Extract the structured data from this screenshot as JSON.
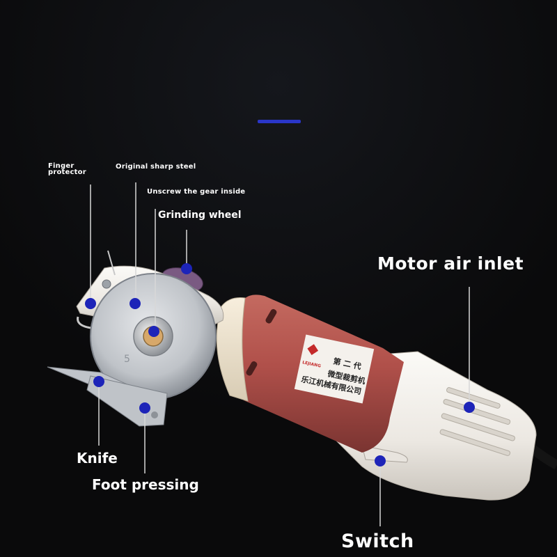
{
  "labels": {
    "finger_protector_1": "Finger",
    "finger_protector_2": "protector",
    "original_sharp_steel": "Original sharp steel",
    "unscrew_gear": "Unscrew the gear inside",
    "grinding_wheel": "Grinding wheel",
    "motor_air_inlet": "Motor air inlet",
    "knife": "Knife",
    "foot_pressing": "Foot pressing",
    "switch": "Switch"
  },
  "product_badge": {
    "brand": "LEJIANG",
    "line1": "第 二 代",
    "line2": "微型裁剪机",
    "line3": "乐江机械有限公司"
  },
  "colors": {
    "background": "#0a0a0b",
    "marker": "#1d24b8",
    "leader_line": "#d8d8d8",
    "motor_body": "#b0504a",
    "housing": "#f2eee8",
    "blade": "#c9ccd0"
  }
}
